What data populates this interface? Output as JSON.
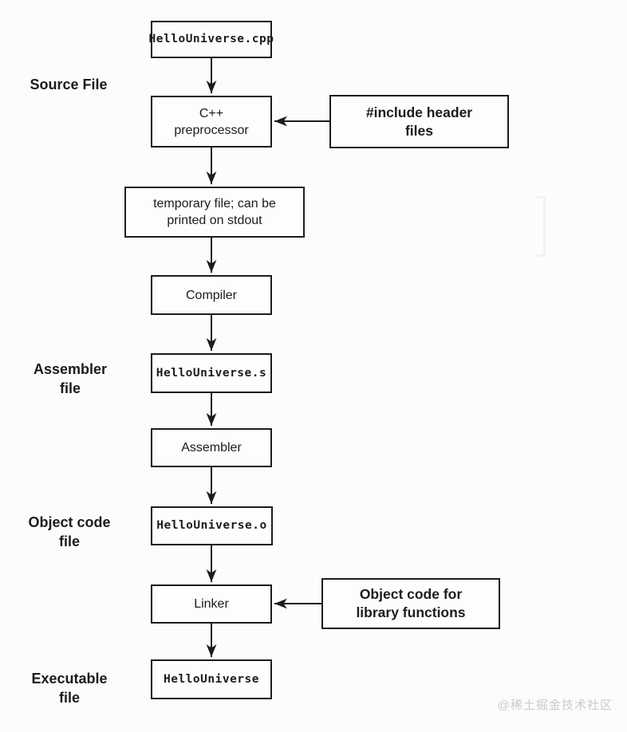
{
  "diagram": {
    "nodes": {
      "source_file": "HelloUniverse.cpp",
      "preprocessor": "C++\npreprocessor",
      "temp_file": "temporary file; can be\nprinted on stdout",
      "compiler": "Compiler",
      "assembler_file": "HelloUniverse.s",
      "assembler": "Assembler",
      "object_file": "HelloUniverse.o",
      "linker": "Linker",
      "executable": "HelloUniverse"
    },
    "side_inputs": {
      "headers": "#include header\nfiles",
      "library_objects": "Object code for\nlibrary functions"
    },
    "stage_labels": {
      "source": "Source File",
      "assembler": "Assembler\nfile",
      "object_code": "Object code\nfile",
      "executable": "Executable\nfile"
    },
    "colors": {
      "line": "#1c1c1c",
      "background": "#fcfcfc",
      "watermark_gray": "#cbcbcb"
    },
    "watermark": "@稀土掘金技术社区"
  }
}
